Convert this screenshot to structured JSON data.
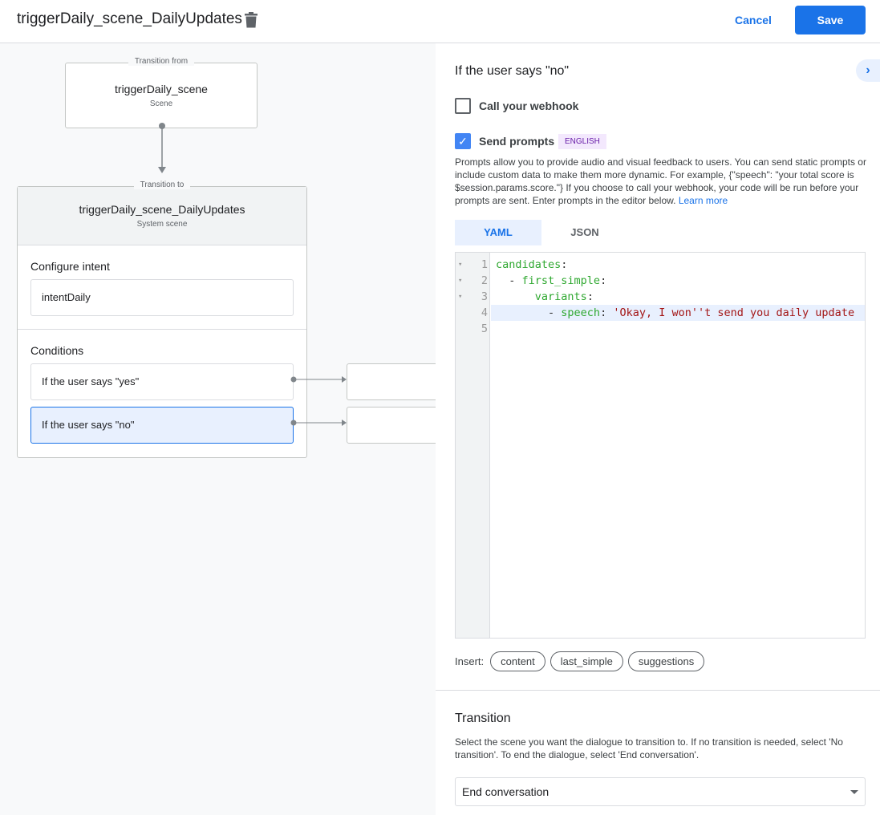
{
  "header": {
    "title": "triggerDaily_scene_DailyUpdates",
    "cancel": "Cancel",
    "save": "Save"
  },
  "canvas": {
    "from": {
      "label": "Transition from",
      "name": "triggerDaily_scene",
      "type": "Scene"
    },
    "to": {
      "label": "Transition to",
      "name": "triggerDaily_scene_DailyUpdates",
      "type": "System scene"
    },
    "intent": {
      "heading": "Configure intent",
      "value": "intentDaily"
    },
    "conditions": {
      "heading": "Conditions",
      "items": [
        "If the user says \"yes\"",
        "If the user says \"no\""
      ]
    }
  },
  "panel": {
    "heading": "If the user says \"no\"",
    "webhook": {
      "label": "Call your webhook",
      "checked": false
    },
    "prompts": {
      "label": "Send prompts",
      "checked": true,
      "badge": "ENGLISH",
      "description": "Prompts allow you to provide audio and visual feedback to users. You can send static prompts or include custom data to make them more dynamic. For example, {\"speech\": \"your total score is $session.params.score.\"} If you choose to call your webhook, your code will be run before your prompts are sent. Enter prompts in the editor below.",
      "learn_more": "Learn more"
    },
    "tabs": [
      "YAML",
      "JSON"
    ],
    "code": {
      "line_numbers": [
        "1",
        "2",
        "3",
        "4",
        "5"
      ],
      "lines": [
        {
          "indent": "",
          "key": "candidates",
          "colon": ":",
          "dash": "",
          "value": ""
        },
        {
          "indent": "  ",
          "dash": "- ",
          "key": "first_simple",
          "colon": ":",
          "value": ""
        },
        {
          "indent": "      ",
          "dash": "",
          "key": "variants",
          "colon": ":",
          "value": ""
        },
        {
          "indent": "        ",
          "dash": "- ",
          "key": "speech",
          "colon": ": ",
          "value": "'Okay, I won''t send you daily update"
        },
        {
          "indent": "",
          "dash": "",
          "key": "",
          "colon": "",
          "value": ""
        }
      ]
    },
    "insert": {
      "label": "Insert:",
      "chips": [
        "content",
        "last_simple",
        "suggestions"
      ]
    },
    "transition": {
      "heading": "Transition",
      "description": "Select the scene you want the dialogue to transition to. If no transition is needed, select 'No transition'. To end the dialogue, select 'End conversation'.",
      "selected": "End conversation"
    }
  },
  "colors": {
    "accent": "#1a73e8",
    "selected_bg": "#e8f0fe",
    "badge_bg": "#f3e8fd",
    "badge_text": "#681da8"
  }
}
